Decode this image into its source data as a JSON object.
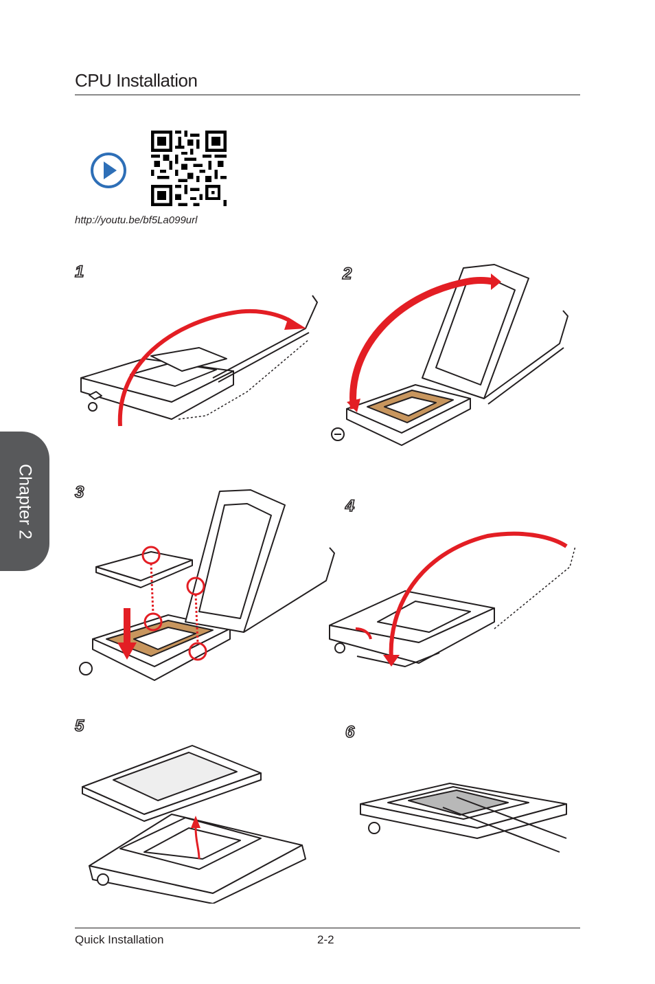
{
  "header": {
    "title": "CPU Installation"
  },
  "video": {
    "play_icon": "play-circle-icon",
    "qr_icon": "qr-code-icon",
    "url": "http://youtu.be/bf5La099url"
  },
  "steps": [
    {
      "number": "1"
    },
    {
      "number": "2"
    },
    {
      "number": "3"
    },
    {
      "number": "4"
    },
    {
      "number": "5"
    },
    {
      "number": "6"
    }
  ],
  "sidebar": {
    "chapter_label": "Chapter 2"
  },
  "footer": {
    "section": "Quick Installation",
    "page": "2-2"
  },
  "colors": {
    "accent_red": "#e31e24",
    "socket_brown": "#c8965e",
    "tab_gray": "#58595b",
    "play_blue": "#2e6fb7"
  }
}
